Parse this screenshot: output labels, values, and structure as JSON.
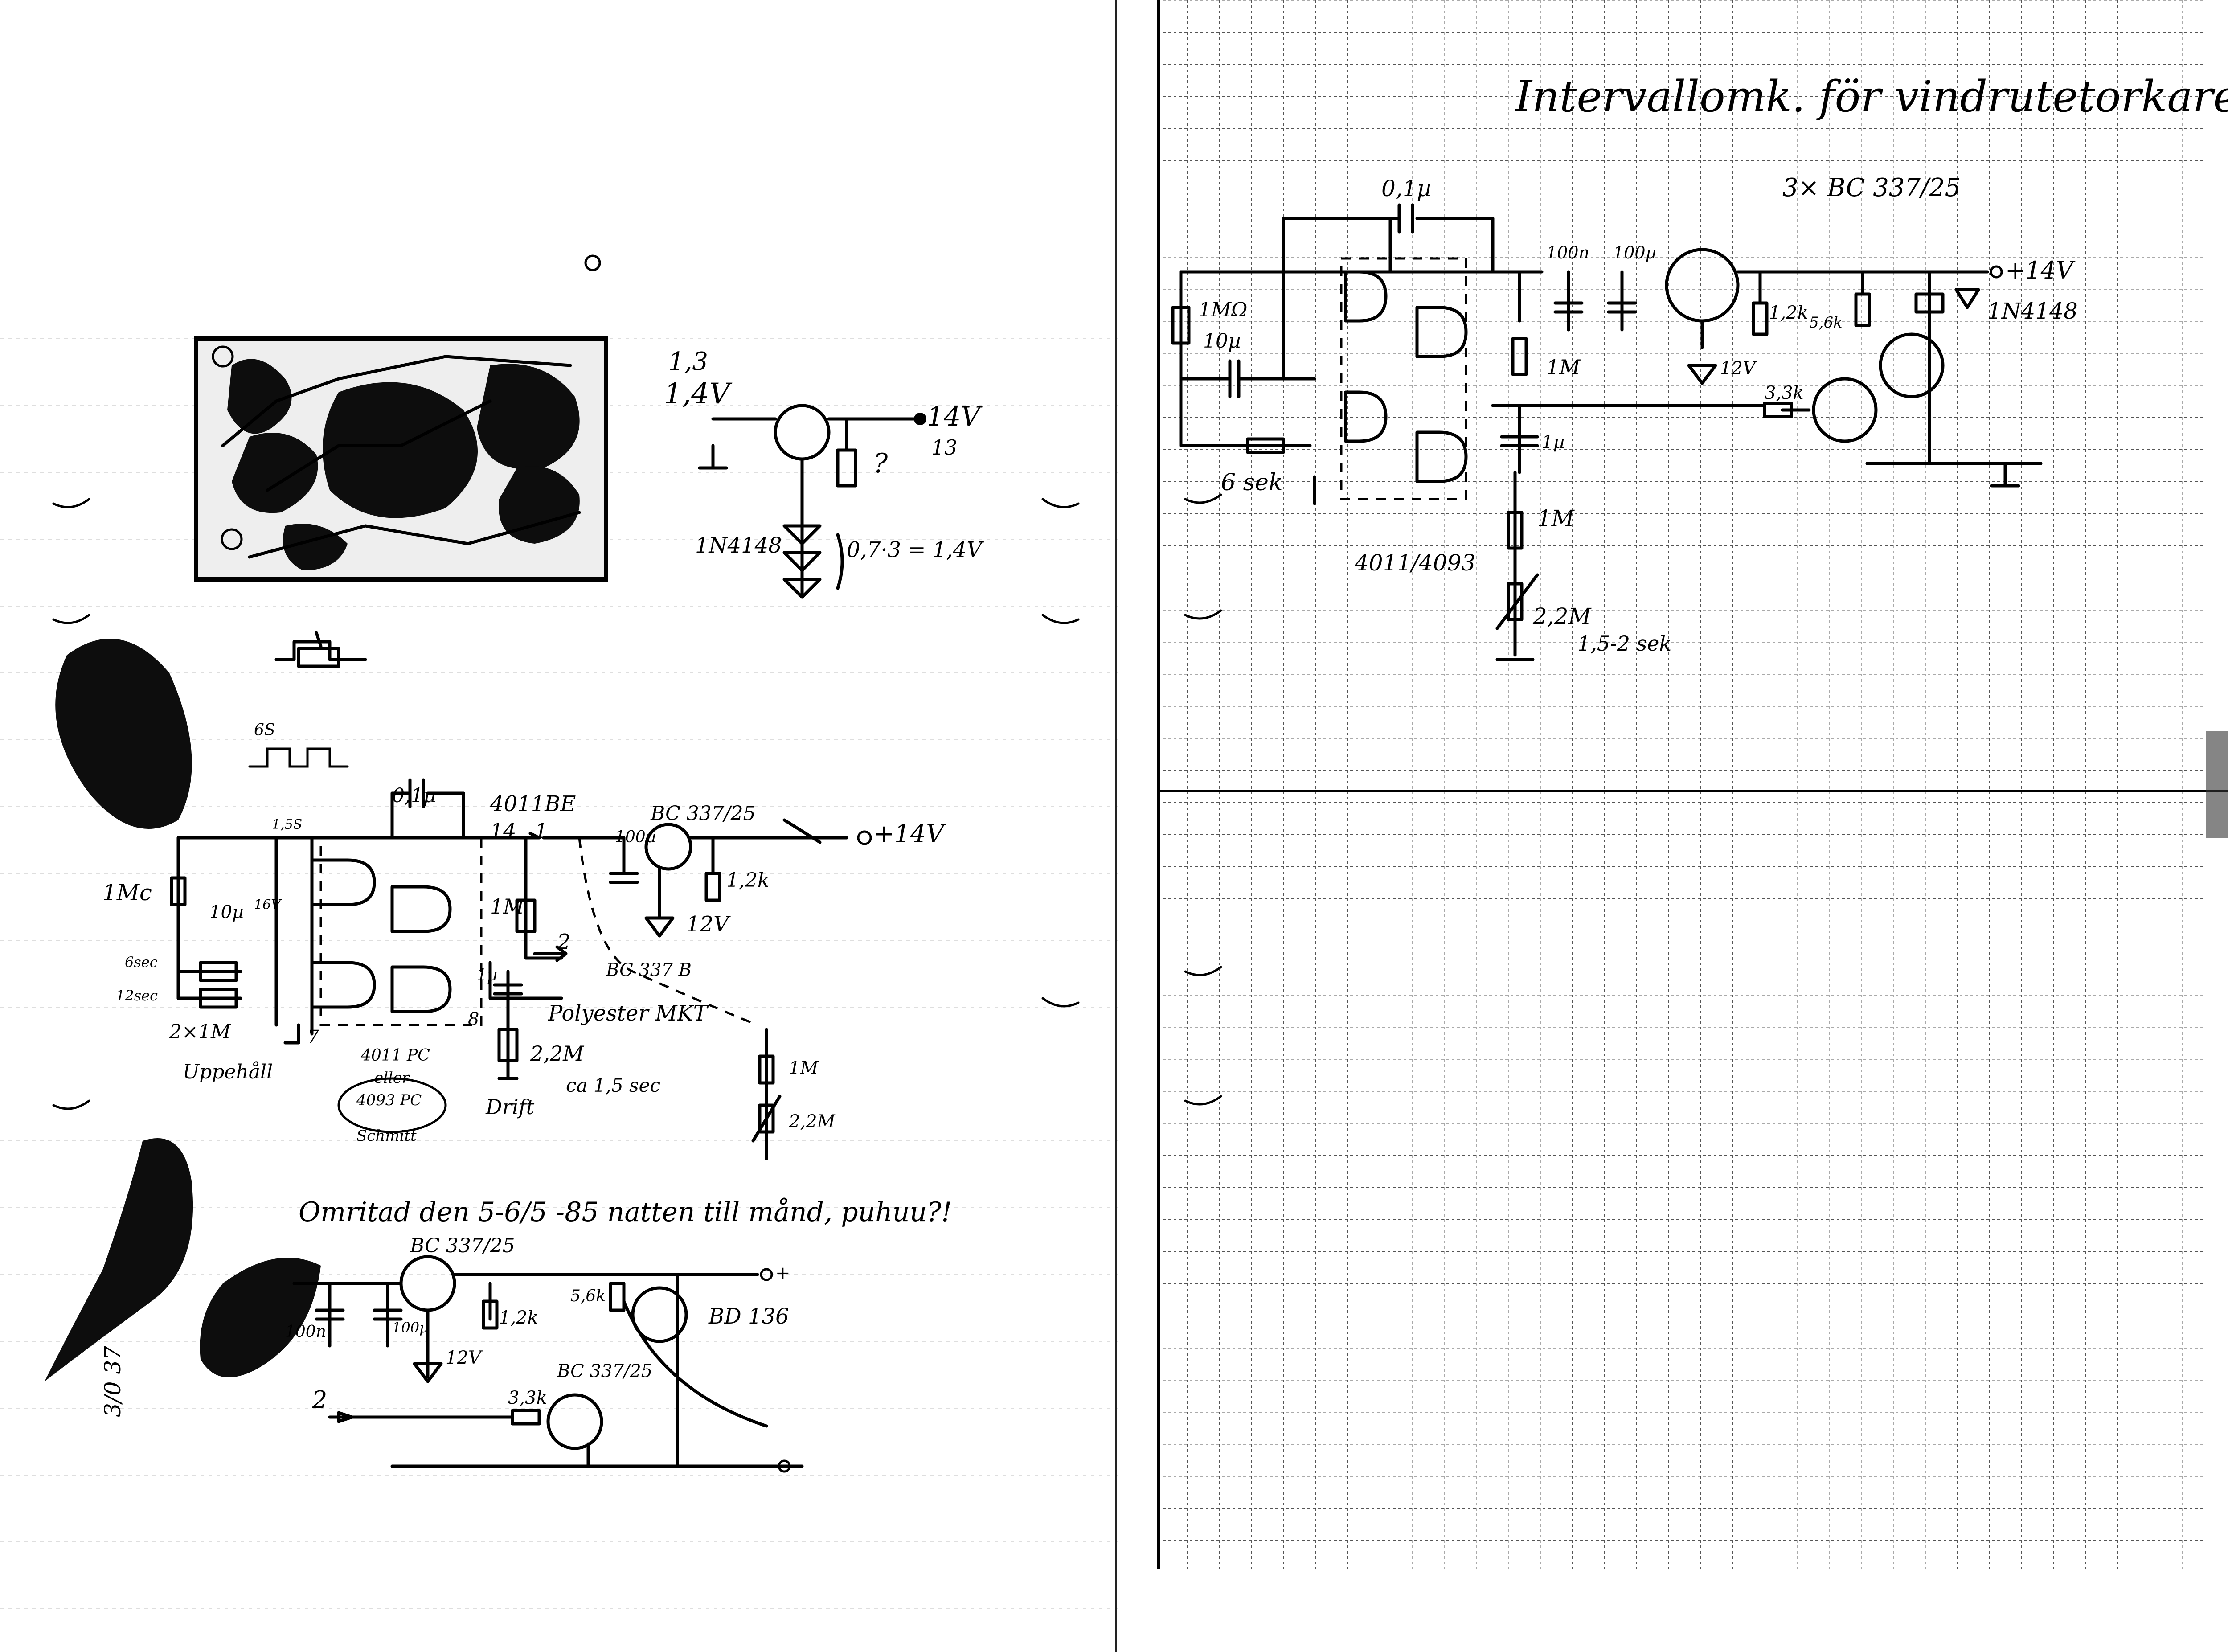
{
  "left_page": {
    "pcb_note_top": "1,3",
    "pcb_note_voltage": "1,4V",
    "supply_top": "14V",
    "pin_note": "13",
    "diode_label": "1N4148",
    "diode_sum": "0,7·3 = 1,4V",
    "question": "?",
    "pulse_time": "6S",
    "pulse_time2": "1,5S",
    "cap_01": "0,1µ",
    "ic_label": "4011BE",
    "pins_14": "14",
    "pins_7": "7",
    "pins_8": "8",
    "pin_1": "1",
    "cap_100": "100µ",
    "transistor_1": "BC 337/25",
    "res_12k": "1,2k",
    "supply_main": "+14V",
    "zener": "12V",
    "res_1m_left": "1Mc",
    "cap_10": "10µ",
    "volt_16": "16V",
    "res_1m_mid": "1M",
    "time_6": "6sec",
    "time_12": "12sec",
    "pot_2x1m": "2×1M",
    "upphall": "Uppehåll",
    "ic_alt_1": "4011 PC",
    "ic_alt_eller": "eller",
    "ic_alt_2": "4093 PC",
    "schmitt": "Schmitt",
    "polyester": "Polyester MKT",
    "cap_1u": "1µ",
    "res_22m": "2,2M",
    "drift": "Drift",
    "ca_15": "ca 1,5 sec",
    "transistor_2": "BC 337 B",
    "label_2": "2",
    "res_1m_right": "1M",
    "res_22m_right": "2,2M",
    "redrawn_note": "Omritad den 5-6/5 -85 natten till månd, puhuu?!",
    "transistor_3": "BC 337/25",
    "cap_100n": "100n",
    "cap_100u_b": "100µ",
    "res_12k_b": "1,2k",
    "zener_b": "12V",
    "res_56k": "5,6k",
    "transistor_bd": "BD 136",
    "transistor_4": "BC 337/25",
    "res_33k": "3,3k",
    "label_2b": "2",
    "out_plus": "+",
    "side_note": "3/0 37"
  },
  "right_page": {
    "title": "Intervallomk. för vindrutetorkare",
    "transistors_note": "3× BC 337/25",
    "cap_01": "0,1µ",
    "cap_100n": "100n",
    "cap_100u": "100µ",
    "supply": "+14V",
    "diode": "1N4148",
    "res_1meg": "1MΩ",
    "cap_10u": "10µ",
    "res_12k": "1,2k",
    "res_56k": "5,6k",
    "res_1m_a": "1M",
    "zener": "12V",
    "res_33k": "3,3k",
    "cap_1u": "1µ",
    "time_6": "6 sek",
    "res_1m_b": "1M",
    "ic": "4011/4093",
    "pot_22m": "2,2M",
    "time_15": "1,5-2 sek"
  }
}
